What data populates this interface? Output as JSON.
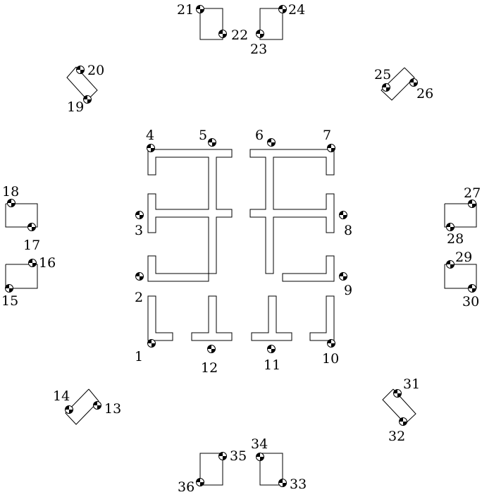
{
  "pads": [
    {
      "id": "1",
      "label": "1"
    },
    {
      "id": "2",
      "label": "2"
    },
    {
      "id": "3",
      "label": "3"
    },
    {
      "id": "4",
      "label": "4"
    },
    {
      "id": "5",
      "label": "5"
    },
    {
      "id": "6",
      "label": "6"
    },
    {
      "id": "7",
      "label": "7"
    },
    {
      "id": "8",
      "label": "8"
    },
    {
      "id": "9",
      "label": "9"
    },
    {
      "id": "10",
      "label": "10"
    },
    {
      "id": "11",
      "label": "11"
    },
    {
      "id": "12",
      "label": "12"
    },
    {
      "id": "13",
      "label": "13"
    },
    {
      "id": "14",
      "label": "14"
    },
    {
      "id": "15",
      "label": "15"
    },
    {
      "id": "16",
      "label": "16"
    },
    {
      "id": "17",
      "label": "17"
    },
    {
      "id": "18",
      "label": "18"
    },
    {
      "id": "19",
      "label": "19"
    },
    {
      "id": "20",
      "label": "20"
    },
    {
      "id": "21",
      "label": "21"
    },
    {
      "id": "22",
      "label": "22"
    },
    {
      "id": "23",
      "label": "23"
    },
    {
      "id": "24",
      "label": "24"
    },
    {
      "id": "25",
      "label": "25"
    },
    {
      "id": "26",
      "label": "26"
    },
    {
      "id": "27",
      "label": "27"
    },
    {
      "id": "28",
      "label": "28"
    },
    {
      "id": "29",
      "label": "29"
    },
    {
      "id": "30",
      "label": "30"
    },
    {
      "id": "31",
      "label": "31"
    },
    {
      "id": "32",
      "label": "32"
    },
    {
      "id": "33",
      "label": "33"
    },
    {
      "id": "34",
      "label": "34"
    },
    {
      "id": "35",
      "label": "35"
    },
    {
      "id": "36",
      "label": "36"
    }
  ]
}
